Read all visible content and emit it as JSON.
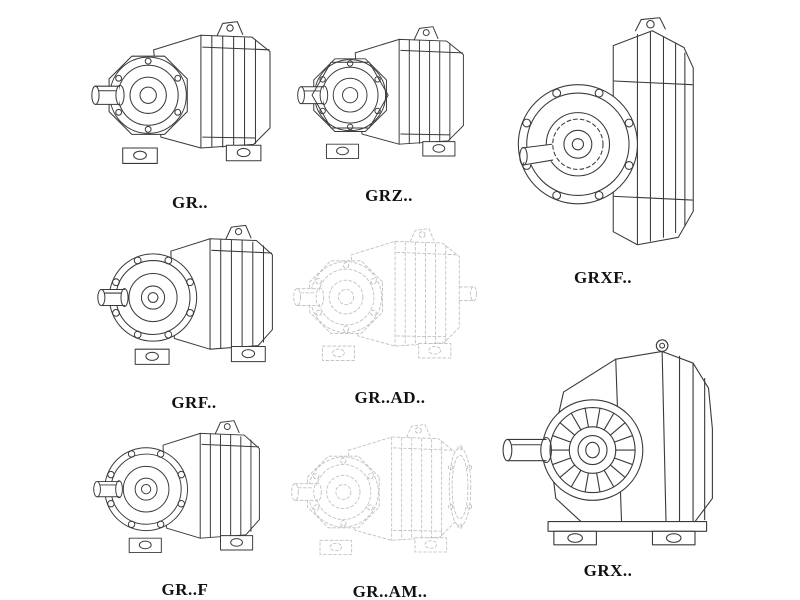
{
  "page": {
    "background": "#ffffff"
  },
  "style": {
    "line_color": "#3a3a3a",
    "phantom_color": "#bdbdbd",
    "label_color": "#111111"
  },
  "drawings": [
    {
      "label": "GR..",
      "style": "solid",
      "view": "foot-mounted-helical-gear-unit"
    },
    {
      "label": "GRZ..",
      "style": "solid",
      "view": "foot-mounted-helical-gear-unit"
    },
    {
      "label": "GRXF..",
      "style": "solid",
      "view": "flange-mounted-gear-unit-front"
    },
    {
      "label": "GRF..",
      "style": "solid",
      "view": "flange-gear-unit"
    },
    {
      "label": "GR..AD..",
      "style": "phantom",
      "view": "gear-unit-with-input-adapter"
    },
    {
      "label": "GRX..",
      "style": "solid",
      "view": "large-foot-mounted-gear-unit"
    },
    {
      "label": "GR..F",
      "style": "solid",
      "view": "foot-flange-gear-unit"
    },
    {
      "label": "GR..AM..",
      "style": "phantom",
      "view": "gear-unit-with-motor-adapter-flange"
    }
  ]
}
